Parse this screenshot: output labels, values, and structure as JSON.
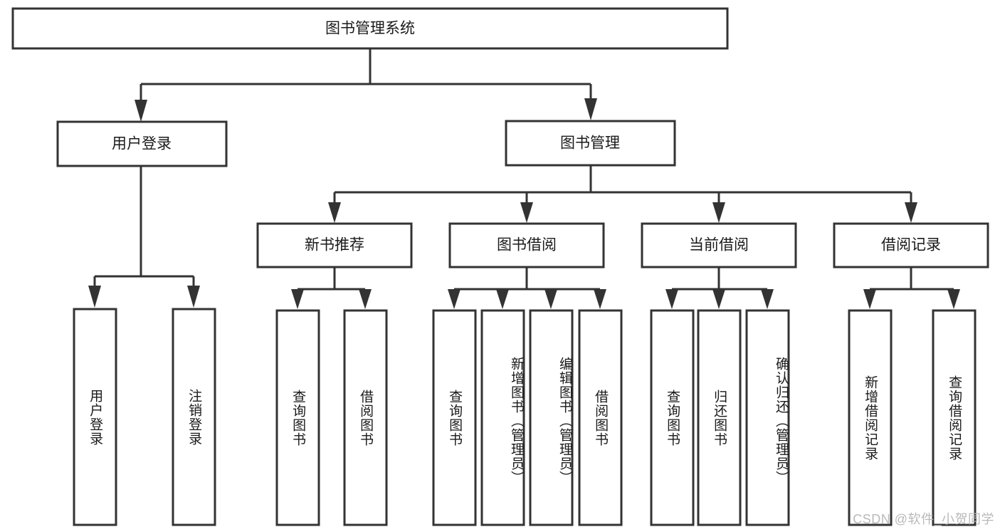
{
  "diagram": {
    "title": "图书管理系统",
    "type": "hierarchy-tree",
    "orientation": "top-down",
    "levels": 4,
    "colors": {
      "stroke": "#333333",
      "fill": "#ffffff",
      "text": "#1a1a1a",
      "watermark": "#b9b9b9"
    },
    "root": {
      "label": "图书管理系统"
    },
    "level2": [
      {
        "label": "用户登录"
      },
      {
        "label": "图书管理"
      }
    ],
    "level3": [
      {
        "label": "新书推荐"
      },
      {
        "label": "图书借阅"
      },
      {
        "label": "当前借阅"
      },
      {
        "label": "借阅记录"
      }
    ],
    "leaves": {
      "user_login": [
        {
          "label": "用户登录"
        },
        {
          "label": "注销登录"
        }
      ],
      "new_book_recommend": [
        {
          "label": "查询图书"
        },
        {
          "label": "借阅图书"
        }
      ],
      "book_borrow": [
        {
          "label": "查询图书"
        },
        {
          "label": "新增图书（管理员）"
        },
        {
          "label": "编辑图书（管理员）"
        },
        {
          "label": "借阅图书"
        }
      ],
      "current_borrow": [
        {
          "label": "查询图书"
        },
        {
          "label": "归还图书"
        },
        {
          "label": "确认归还（管理员）"
        }
      ],
      "borrow_record": [
        {
          "label": "新增借阅记录"
        },
        {
          "label": "查询借阅记录"
        }
      ]
    }
  },
  "watermark": {
    "text": "CSDN @软件_小贺同学"
  }
}
